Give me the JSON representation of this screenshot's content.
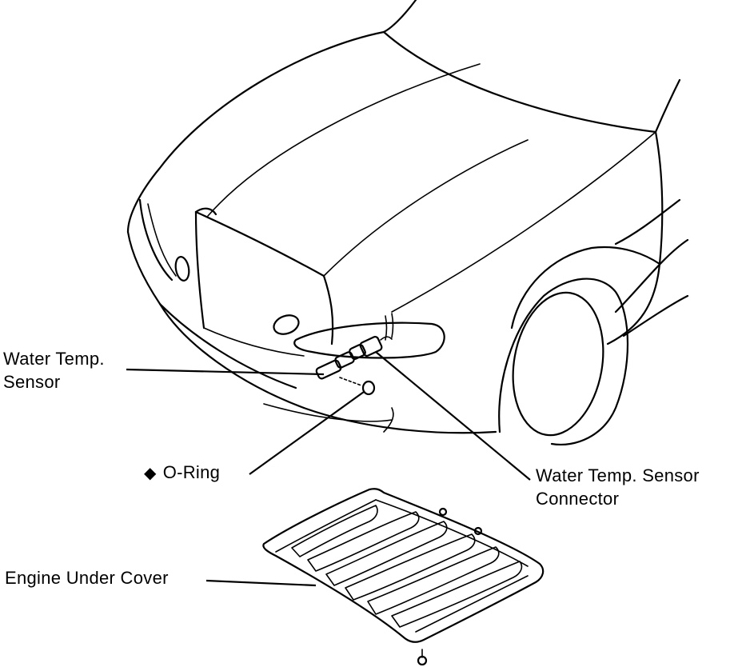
{
  "labels": {
    "water_temp_sensor_line1": "Water Temp.",
    "water_temp_sensor_line2": "Sensor",
    "o_ring_symbol": "◆",
    "o_ring": "O-Ring",
    "connector_line1": "Water Temp. Sensor",
    "connector_line2": "Connector",
    "engine_under_cover": "Engine Under Cover"
  },
  "colors": {
    "ink": "#000000",
    "background": "#ffffff"
  }
}
